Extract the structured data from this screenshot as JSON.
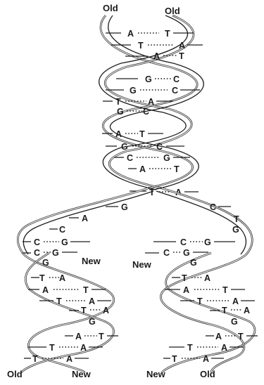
{
  "labels": {
    "old_left_top": "Old",
    "old_right_top": "Old",
    "new_mid_left": "New",
    "new_mid_right": "New",
    "old_bottom_left": "Old",
    "new_bottom_left": "New",
    "new_bottom_right": "New",
    "old_bottom_right": "Old"
  },
  "parent_pairs": [
    [
      "A",
      "T"
    ],
    [
      "T",
      "A"
    ],
    [
      "A",
      "T"
    ],
    [
      "G",
      "C"
    ],
    [
      "G",
      "C"
    ],
    [
      "T",
      "A"
    ],
    [
      "G",
      "C"
    ],
    [
      "A",
      "T"
    ],
    [
      "G",
      "C"
    ],
    [
      "C",
      "G"
    ],
    [
      "A",
      "T"
    ],
    [
      "T",
      "A"
    ]
  ],
  "fork_left_bases": [
    "G",
    "A",
    "C",
    "C",
    "C"
  ],
  "fork_right_bases": [
    "C",
    "T",
    "G",
    "G",
    "G"
  ],
  "left_daughter_pairs": [
    [
      "C",
      "G"
    ],
    [
      "C",
      "G"
    ],
    [
      "G",
      ""
    ],
    [
      "T",
      "A"
    ],
    [
      "A",
      "T"
    ],
    [
      "T",
      "A"
    ],
    [
      "T",
      "A"
    ],
    [
      "G",
      ""
    ],
    [
      "A",
      "T"
    ],
    [
      "T",
      "A"
    ],
    [
      "T",
      "A"
    ]
  ],
  "right_daughter_pairs": [
    [
      "C",
      "G"
    ],
    [
      "C",
      "G"
    ],
    [
      "G",
      ""
    ],
    [
      "T",
      "A"
    ],
    [
      "A",
      "T"
    ],
    [
      "T",
      "A"
    ],
    [
      "T",
      "A"
    ],
    [
      "G",
      ""
    ],
    [
      "A",
      "T"
    ],
    [
      "T",
      "A"
    ],
    [
      "T",
      "A"
    ]
  ]
}
